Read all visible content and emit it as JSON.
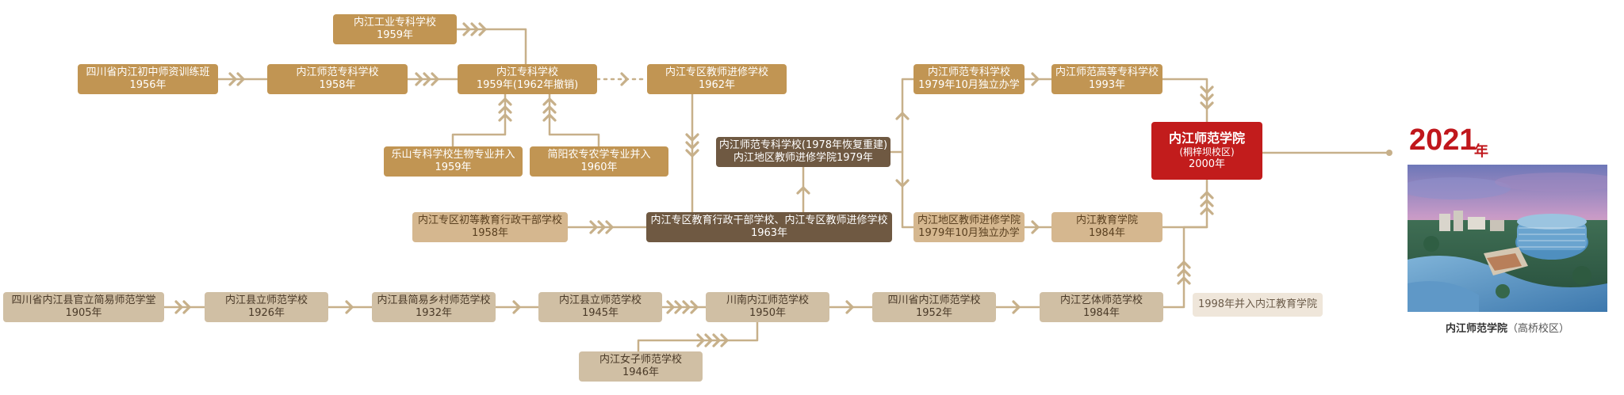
{
  "colors": {
    "line": "#c7b08a",
    "gold": "#c19553",
    "dark": "#6f5942",
    "tan": "#d5b78f",
    "beige": "#d0bfa4",
    "red": "#c21c1c"
  },
  "nodes": {
    "gongye": {
      "name": "内江工业专科学校",
      "year": "1959年"
    },
    "chuzhong": {
      "name": "四川省内江初中师资训练班",
      "year": "1956年"
    },
    "shifan_zhuanke_1958": {
      "name": "内江师范专科学校",
      "year": "1958年"
    },
    "zhuanke_1959": {
      "name": "内江专科学校",
      "year": "1959年(1962年撤销)"
    },
    "jinxiu_1962": {
      "name": "内江专区教师进修学校",
      "year": "1962年"
    },
    "leshan": {
      "name": "乐山专科学校生物专业并入",
      "year": "1959年"
    },
    "jianyang": {
      "name": "简阳农专农学专业并入",
      "year": "1960年"
    },
    "huifu_1978": {
      "name": "内江师范专科学校(1978年恢复重建)",
      "year": "内江地区教师进修学院1979年"
    },
    "chudeng_1958": {
      "name": "内江专区初等教育行政干部学校",
      "year": "1958年"
    },
    "ganbu_1963": {
      "name": "内江专区教育行政干部学校、内江专区教师进修学校",
      "year": "1963年"
    },
    "shifan_zhuanke_1979": {
      "name": "内江师范专科学校",
      "year": "1979年10月独立办学"
    },
    "gaodeng_1993": {
      "name": "内江师范高等专科学校",
      "year": "1993年"
    },
    "diqu_jinxiu_1979": {
      "name": "内江地区教师进修学院",
      "year": "1979年10月独立办学"
    },
    "jiaoyu_1984": {
      "name": "内江教育学院",
      "year": "1984年"
    },
    "xueyuan": {
      "name": "内江师范学院",
      "campus": "(桐梓坝校区)",
      "year": "2000年"
    },
    "jianyi_1905": {
      "name": "四川省内江县官立简易师范学堂",
      "year": "1905年"
    },
    "xianli_1926": {
      "name": "内江县立师范学校",
      "year": "1926年"
    },
    "xiangcun_1932": {
      "name": "内江县简易乡村师范学校",
      "year": "1932年"
    },
    "xianli_1945": {
      "name": "内江县立师范学校",
      "year": "1945年"
    },
    "chuannan_1950": {
      "name": "川南内江师范学校",
      "year": "1950年"
    },
    "sheng_1952": {
      "name": "四川省内江师范学校",
      "year": "1952年"
    },
    "yiti_1984": {
      "name": "内江艺体师范学校",
      "year": "1984年"
    },
    "bingru_1998": {
      "name": "1998年并入内江教育学院"
    },
    "nvzi_1946": {
      "name": "内江女子师范学校",
      "year": "1946年"
    }
  },
  "result": {
    "year": "2021",
    "unit": "年",
    "caption_main": "内江师范学院",
    "caption_sub": "（高桥校区）",
    "photo_icon": "campus-photo"
  }
}
